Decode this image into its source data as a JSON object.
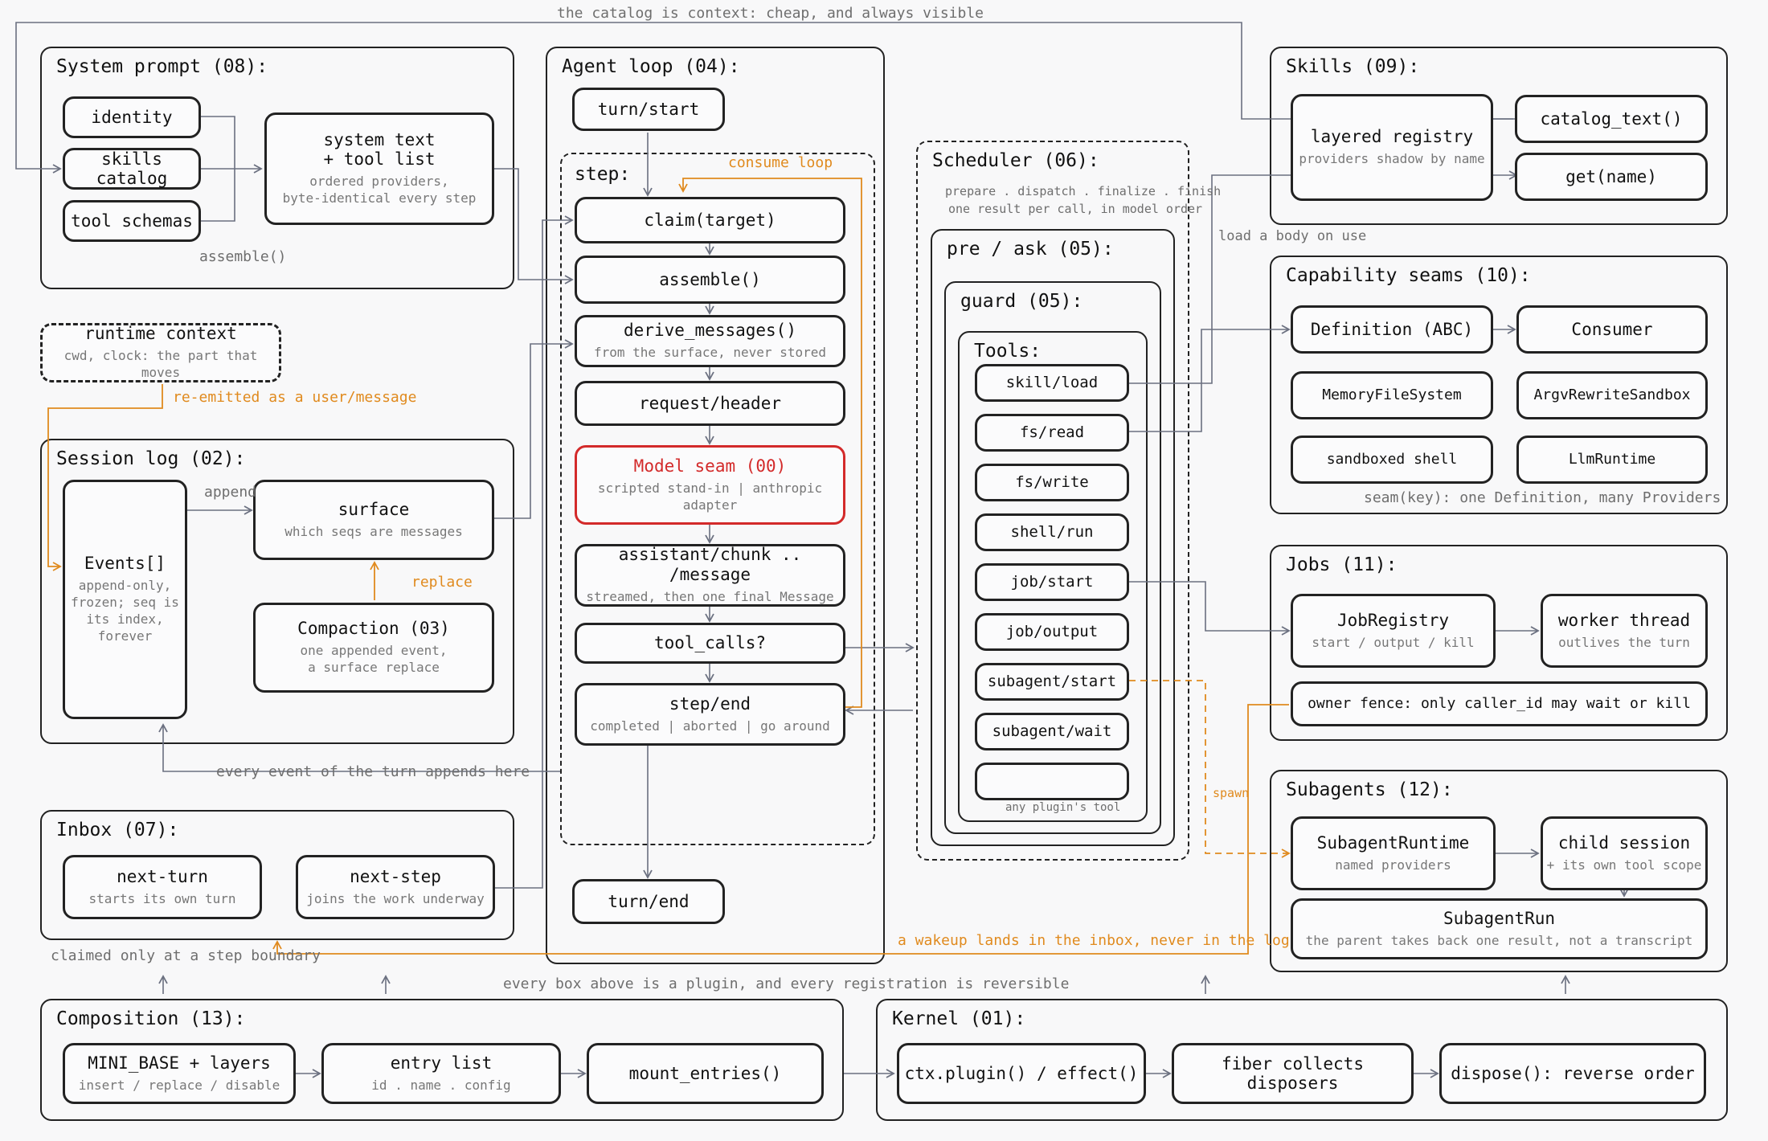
{
  "top_note": "the catalog is context: cheap, and always visible",
  "system_prompt": {
    "title": "System prompt (08):",
    "identity": "identity",
    "skills_catalog": "skills catalog",
    "tool_schemas": "tool schemas",
    "system_text": {
      "main": "system text\n+ tool list",
      "sub": "ordered providers,\nbyte-identical every step"
    },
    "assemble_note": "assemble()"
  },
  "runtime_context": {
    "main": "runtime context",
    "sub": "cwd, clock: the part that moves"
  },
  "re_emitted_note": "re-emitted as a user/message",
  "session_log": {
    "title": "Session log (02):",
    "events": {
      "main": "Events[]",
      "sub": "append-only,\nfrozen; seq is\nits index, forever"
    },
    "append_note": "append",
    "surface": {
      "main": "surface",
      "sub": "which seqs are messages"
    },
    "replace_note": "replace",
    "compaction": {
      "main": "Compaction (03)",
      "sub": "one appended event,\na surface replace"
    }
  },
  "every_event_note": "every event of the turn appends here",
  "inbox": {
    "title": "Inbox (07):",
    "next_turn": {
      "main": "next-turn",
      "sub": "starts its own turn"
    },
    "next_step": {
      "main": "next-step",
      "sub": "joins the work underway"
    }
  },
  "claimed_note": "claimed only at a step boundary",
  "agent_loop": {
    "title": "Agent loop (04):",
    "turn_start": "turn/start",
    "step_title": "step:",
    "consume_loop": "consume loop",
    "claim": "claim(target)",
    "assemble": "assemble()",
    "derive": {
      "main": "derive_messages()",
      "sub": "from the surface, never stored"
    },
    "request": "request/header",
    "model_seam": {
      "main": "Model seam (00)",
      "sub": "scripted stand-in | anthropic adapter"
    },
    "assistant": {
      "main": "assistant/chunk .. /message",
      "sub": "streamed, then one final Message"
    },
    "tool_calls": "tool_calls?",
    "step_end": {
      "main": "step/end",
      "sub": "completed | aborted | go around"
    },
    "turn_end": "turn/end"
  },
  "scheduler": {
    "title": "Scheduler (06):",
    "note1": "prepare . dispatch . finalize . finish",
    "note2": "one result per call, in model order",
    "pre_ask": "pre / ask (05):",
    "guard": "guard (05):",
    "tools_title": "Tools:",
    "tools": [
      "skill/load",
      "fs/read",
      "fs/write",
      "shell/run",
      "job/start",
      "job/output",
      "subagent/start",
      "subagent/wait",
      ""
    ],
    "any_plugin": "any plugin's tool"
  },
  "skills": {
    "title": "Skills (09):",
    "registry": {
      "main": "layered registry",
      "sub": "providers shadow by name"
    },
    "catalog_text": "catalog_text()",
    "get_name": "get(name)"
  },
  "load_body_note": "load a body on use",
  "capability": {
    "title": "Capability seams (10):",
    "definition": "Definition (ABC)",
    "consumer": "Consumer",
    "memory_fs": "MemoryFileSystem",
    "argv_sandbox": "ArgvRewriteSandbox",
    "sandboxed_shell": "sandboxed shell",
    "llm_runtime": "LlmRuntime",
    "note": "seam(key): one Definition, many Providers"
  },
  "jobs": {
    "title": "Jobs (11):",
    "registry": {
      "main": "JobRegistry",
      "sub": "start / output / kill"
    },
    "worker": {
      "main": "worker thread",
      "sub": "outlives the turn"
    },
    "fence": "owner fence: only caller_id may wait or kill"
  },
  "subagents": {
    "title": "Subagents (12):",
    "runtime": {
      "main": "SubagentRuntime",
      "sub": "named providers"
    },
    "child": {
      "main": "child session",
      "sub": "+ its own tool scope"
    },
    "run": {
      "main": "SubagentRun",
      "sub": "the parent takes back one result, not a transcript"
    }
  },
  "spawn_note": "spawn",
  "wakeup_note": "a wakeup lands in the inbox, never in the log",
  "plugin_note": "every box above is a plugin, and every registration is reversible",
  "composition": {
    "title": "Composition (13):",
    "mini_base": {
      "main": "MINI_BASE + layers",
      "sub": "insert / replace / disable"
    },
    "entry_list": {
      "main": "entry list",
      "sub": "id . name . config"
    },
    "mount": "mount_entries()"
  },
  "kernel": {
    "title": "Kernel (01):",
    "ctx_plugin": "ctx.plugin() / effect()",
    "fiber": "fiber collects disposers",
    "dispose": "dispose(): reverse order"
  },
  "colors": {
    "line": "#222222",
    "wire": "#6b7080",
    "accent": "#e08a1e",
    "seam": "#d32a2a"
  }
}
